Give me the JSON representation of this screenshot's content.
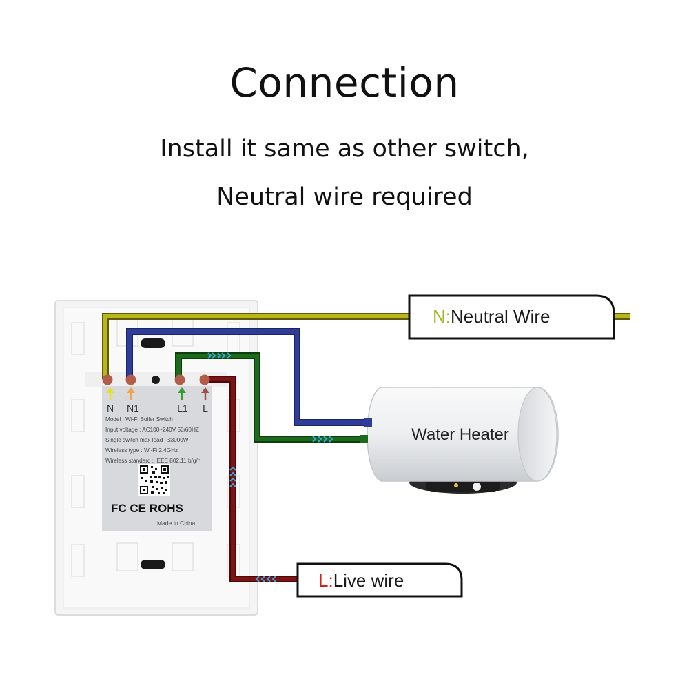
{
  "title": "Connection",
  "subtitle_lines": [
    "Install it same as other switch,",
    "Neutral wire required"
  ],
  "terminals": [
    "N",
    "N1",
    "L1",
    "L"
  ],
  "device_label": {
    "lines": [
      "Model : Wi-Fi Boiler Switch",
      "Input voltage : AC100~240V  50/60HZ",
      "Single switch max load : ≤3000W",
      "Wireless type : Wi-Fi 2.4GHz",
      "Wireless standard : IEEE 802.11 b/g/n"
    ],
    "certifications": "FC CE ROHS",
    "origin": "Made In China"
  },
  "neutral_label": {
    "prefix": "N:",
    "text": "Neutral Wire"
  },
  "live_label": {
    "prefix": "L:",
    "text": "Live wire"
  },
  "appliance_label": "Water Heater",
  "colors": {
    "neutral": "#b9b61c",
    "n1_wire": "#2f3c98",
    "l1_wire": "#1c6a1c",
    "live": "#7d1414",
    "terminal": "#b25d4a",
    "arrow_n": "#e7e21f",
    "arrow_n1": "#f2a24a",
    "arrow_l1": "#2ea12e",
    "arrow_l": "#a0504a",
    "chevron": "#3aa7e0",
    "label_n_prefix": "#a7b42a",
    "label_l_prefix": "#d1211b"
  }
}
